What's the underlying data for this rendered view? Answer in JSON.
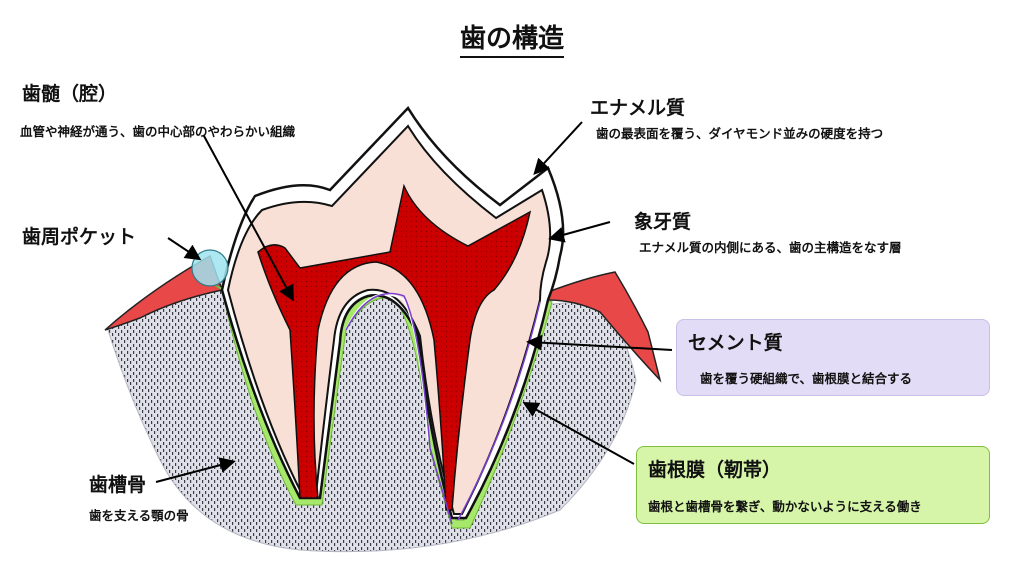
{
  "title": "歯の構造",
  "labels": {
    "pulp": {
      "name": "歯髄（腔）",
      "desc": "血管や神経が通う、歯の中心部のやわらかい組織"
    },
    "enamel": {
      "name": "エナメル質",
      "desc": "歯の最表面を覆う、ダイヤモンド並みの硬度を持つ"
    },
    "dentin": {
      "name": "象牙質",
      "desc": "エナメル質の内側にある、歯の主構造をなす層"
    },
    "pocket": {
      "name": "歯周ポケット"
    },
    "cementum": {
      "name": "セメント質",
      "desc": "歯を覆う硬組織で、歯根膜と結合する"
    },
    "pdl": {
      "name": "歯根膜（靭帯）",
      "desc": "歯根と歯槽骨を繋ぎ、動かないように支える働き"
    },
    "bone": {
      "name": "歯槽骨",
      "desc": "歯を支える顎の骨"
    }
  },
  "colors": {
    "gum": "#e84848",
    "pulp": "#cc0000",
    "dentin": "#f8e0d6",
    "enamel": "#ffffff",
    "pdl": "#a6e86a",
    "cementum": "#7a3fd0",
    "bone": "#dcdde4",
    "pocket": "#9fe3ef"
  }
}
